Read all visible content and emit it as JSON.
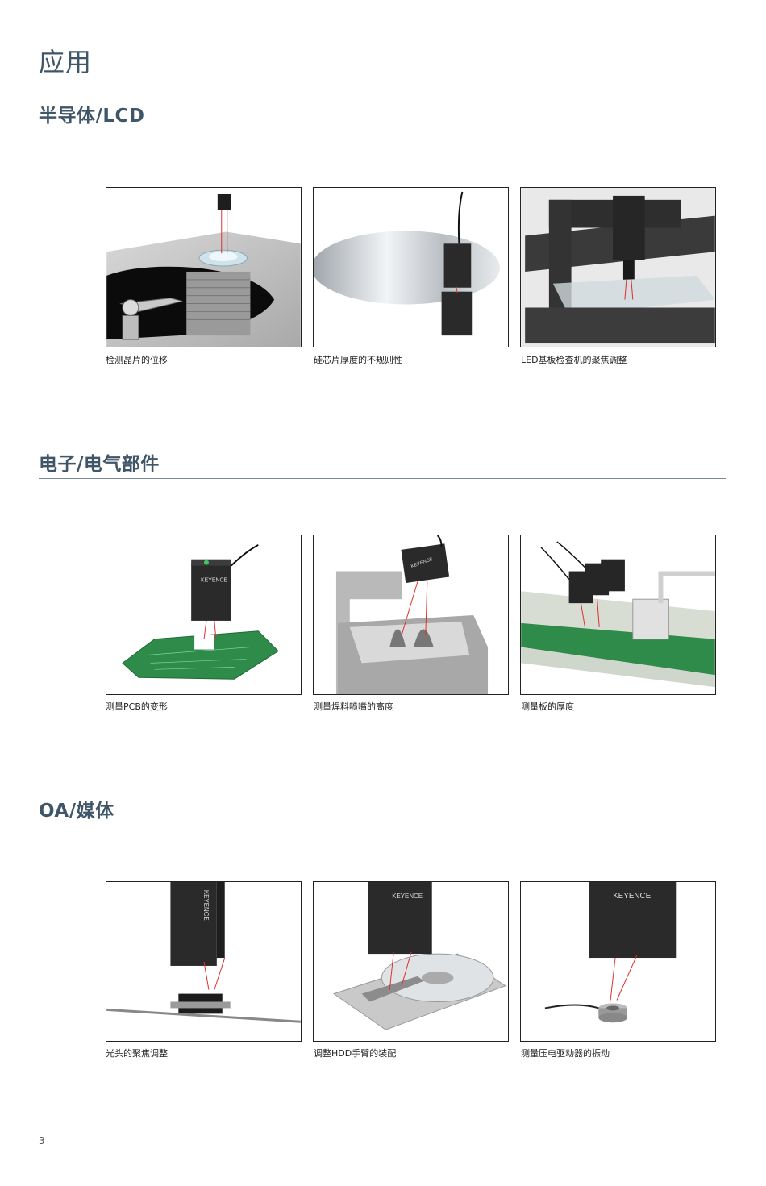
{
  "page": {
    "title": "应用",
    "number": "3"
  },
  "sections": [
    {
      "title": "半导体/LCD",
      "figures": [
        {
          "caption": "检测晶片的位移",
          "icon": "wafer-displacement-illustration"
        },
        {
          "caption": "硅芯片厚度的不规则性",
          "icon": "silicon-thickness-illustration"
        },
        {
          "caption": "LED基板检查机的聚焦调整",
          "icon": "led-substrate-focus-illustration"
        }
      ]
    },
    {
      "title": "电子/电气部件",
      "figures": [
        {
          "caption": "测量PCB的变形",
          "icon": "pcb-deformation-illustration"
        },
        {
          "caption": "测量焊料喷嘴的高度",
          "icon": "solder-nozzle-illustration"
        },
        {
          "caption": "测量板的厚度",
          "icon": "board-thickness-illustration"
        }
      ]
    },
    {
      "title": "OA/媒体",
      "figures": [
        {
          "caption": "光头的聚焦调整",
          "icon": "optical-head-focus-illustration"
        },
        {
          "caption": "调整HDD手臂的装配",
          "icon": "hdd-arm-illustration"
        },
        {
          "caption": "测量压电驱动器的振动",
          "icon": "piezo-vibration-illustration"
        }
      ]
    }
  ],
  "brand": {
    "logo_text": "KEYENCE"
  },
  "colors": {
    "heading": "#3f5568",
    "rule": "#7a8a99",
    "laser": "#e0302a",
    "sensor_body": "#2a2a2a",
    "pcb_green": "#2e8b4a"
  }
}
